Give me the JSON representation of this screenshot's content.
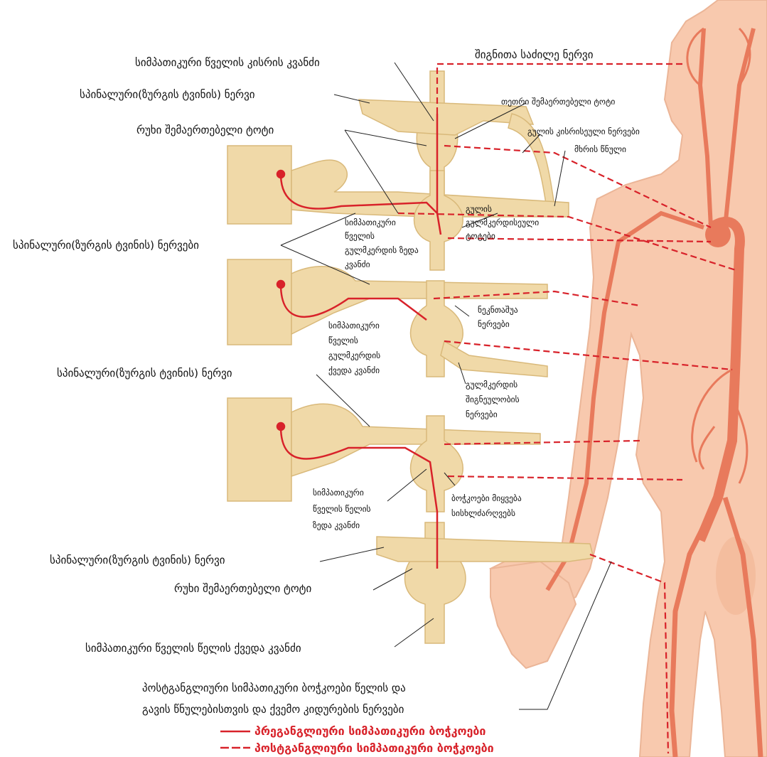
{
  "colors": {
    "body_fill": "#f8c9ae",
    "vessel": "#e87a5c",
    "nerve_tissue": "#f0d9a8",
    "preganglionic": "#d8222a",
    "legend_text": "#d8222a",
    "label_text": "#111111"
  },
  "labels": {
    "neck_ganglion": "სიმპათიკური წველის კისრის კვანძი",
    "internal_carotid": "შიგნითა საძილე ნერვი",
    "spinal_nerve_top": "სპინალური(ზურგის ტვინის) ნერვი",
    "white_ramus": "თეთრი შემაერთებელი ტოტი",
    "gray_ramus_top": "რუხი შემაერთებელი ტოტი",
    "cardiac_cervical": "გულის კისრისეული ნერვები",
    "rib_branch": "მხრის წნული",
    "cardiac_thoracic_1": "გულის",
    "cardiac_thoracic_2": "გულმკერდისეული",
    "cardiac_thoracic_3": "ტოტები",
    "symp_upper_thoracic_1": "სიმპათიკური",
    "symp_upper_thoracic_2": "წველის",
    "symp_upper_thoracic_3": "გულმკერდის ზედა",
    "symp_upper_thoracic_4": "კვანძი",
    "spinal_nerves_mid": "სპინალური(ზურგის ტვინის) ნერვები",
    "intercostal_1": "ნეკნთაშუა",
    "intercostal_2": "ნერვები",
    "symp_lower_thoracic_1": "სიმპათიკური",
    "symp_lower_thoracic_2": "წველის",
    "symp_lower_thoracic_3": "გულმკერდის",
    "symp_lower_thoracic_4": "ქვედა კვანძი",
    "spinal_nerve_mid2": "სპინალური(ზურგის ტვინის) ნერვი",
    "splanchnic_1": "გულმკერდის",
    "splanchnic_2": "შიგნეულობის",
    "splanchnic_3": "ნერვები",
    "symp_upper_lumbar_1": "სიმპათიკური",
    "symp_upper_lumbar_2": "წველის წელის",
    "symp_upper_lumbar_3": "ზედა კვანძი",
    "fibers_vessels_1": "ბოჭკოები მიყვება",
    "fibers_vessels_2": "სისხლძარღვებს",
    "spinal_nerve_low": "სპინალური(ზურგის ტვინის) ნერვი",
    "gray_ramus_low": "რუხი შემაერთებელი ტოტი",
    "symp_lower_lumbar": "სიმპათიკური წველის წელის ქვედა კვანძი",
    "postgang_1": "პოსტგანგლიური სიმპათიკური ბოჭკოები წელის და",
    "postgang_2": "გავის წნულებისთვის და  ქვემო კიდურების ნერვები"
  },
  "legend": {
    "preganglionic": "პრეგანგლიური სიმპათიკური ბოჭკოები",
    "postganglionic": "პოსტგანგლიური სიმპათიკური ბოჭკოები"
  }
}
